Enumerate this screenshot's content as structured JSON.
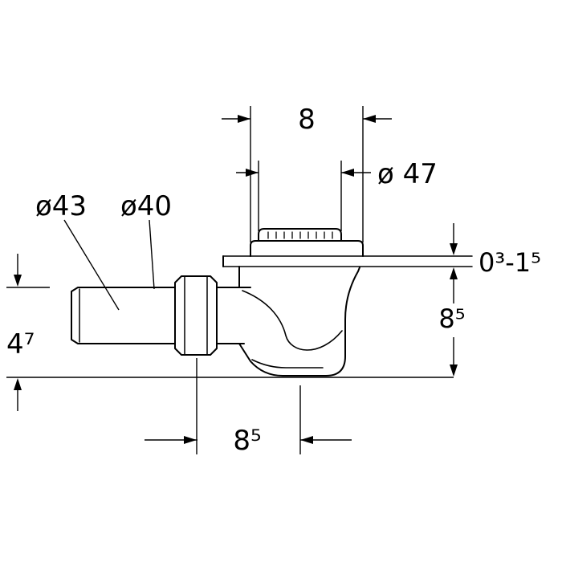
{
  "colors": {
    "line": "#000000",
    "background": "#ffffff"
  },
  "labels": {
    "top_width": "8",
    "grate_diameter": "ø 47",
    "pipe_outer_diameter": "ø43",
    "pipe_inner_diameter": "ø40",
    "tile_bed_range": "0³-1⁵",
    "right_height": "8⁵",
    "left_height": "4⁷",
    "bottom_offset": "8⁵"
  }
}
